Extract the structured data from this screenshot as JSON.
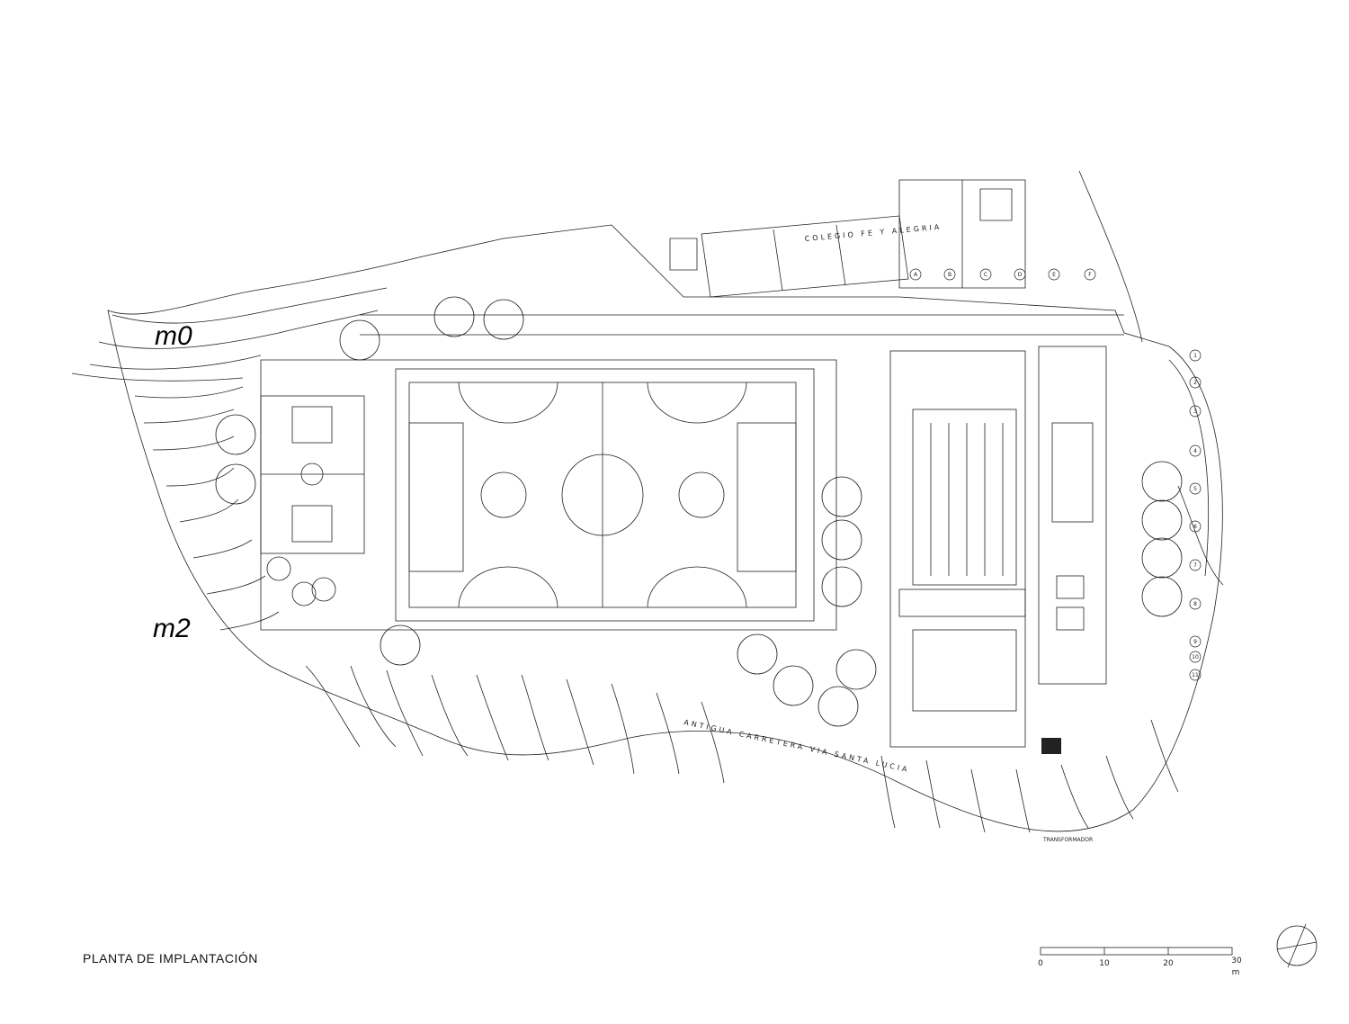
{
  "title": "PLANTA DE IMPLANTACIÓN",
  "labels": {
    "m0": "m0",
    "m2": "m2",
    "school": "COLEGIO FE Y ALEGRIA",
    "road": "ANTIGUA CARRETERA VIA SANTA LUCIA",
    "transformer": "TRANSFORMADOR"
  },
  "grid_letters": [
    "A",
    "B",
    "C",
    "D",
    "E",
    "F"
  ],
  "grid_numbers": [
    "1",
    "2",
    "3",
    "4",
    "5",
    "6",
    "7",
    "8",
    "9",
    "10",
    "11"
  ],
  "scale": {
    "ticks": [
      "0",
      "10",
      "20",
      "30"
    ],
    "unit": "m"
  },
  "colors": {
    "line": "#222222",
    "background": "#ffffff"
  }
}
